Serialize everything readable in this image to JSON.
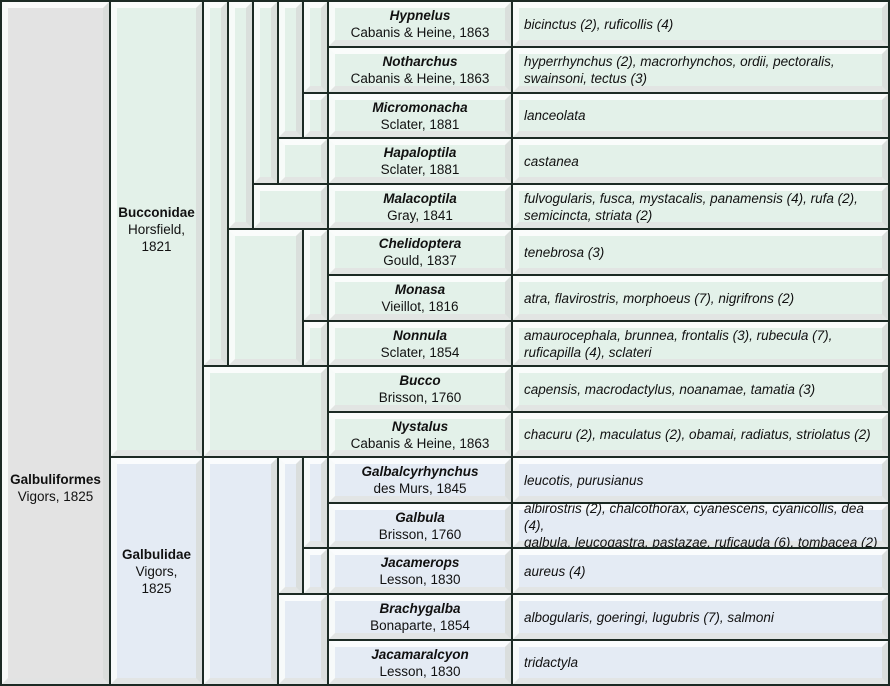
{
  "order": {
    "name": "Galbuliformes",
    "author": "Vigors, 1825"
  },
  "families": [
    {
      "name": "Bucconidae",
      "author_line1": "Horsfield,",
      "author_line2": "1821",
      "color": "#e3f1e9"
    },
    {
      "name": "Galbulidae",
      "author_line1": "Vigors,",
      "author_line2": "1825",
      "color": "#e4ebf4"
    }
  ],
  "genera": [
    {
      "name": "Hypnelus",
      "author": "Cabanis & Heine, 1863",
      "species": [
        "bicinctus (2), ruficollis (4)"
      ]
    },
    {
      "name": "Notharchus",
      "author": "Cabanis & Heine, 1863",
      "species": [
        "hyperrhynchus (2), macrorhynchos, ordii, pectoralis,",
        "swainsoni, tectus (3)"
      ]
    },
    {
      "name": "Micromonacha",
      "author": "Sclater, 1881",
      "species": [
        "lanceolata"
      ]
    },
    {
      "name": "Hapaloptila",
      "author": "Sclater, 1881",
      "species": [
        "castanea"
      ]
    },
    {
      "name": "Malacoptila",
      "author": "Gray, 1841",
      "species": [
        "fulvogularis, fusca, mystacalis, panamensis (4), rufa (2),",
        "semicincta, striata (2)"
      ]
    },
    {
      "name": "Chelidoptera",
      "author": "Gould, 1837",
      "species": [
        "tenebrosa (3)"
      ]
    },
    {
      "name": "Monasa",
      "author": "Vieillot, 1816",
      "species": [
        "atra, flavirostris, morphoeus (7), nigrifrons (2)"
      ]
    },
    {
      "name": "Nonnula",
      "author": "Sclater, 1854",
      "species": [
        "amaurocephala, brunnea, frontalis (3), rubecula (7),",
        "ruficapilla (4), sclateri"
      ]
    },
    {
      "name": "Bucco",
      "author": "Brisson, 1760",
      "species": [
        "capensis, macrodactylus, noanamae, tamatia (3)"
      ]
    },
    {
      "name": "Nystalus",
      "author": "Cabanis & Heine, 1863",
      "species": [
        "chacuru (2), maculatus (2), obamai, radiatus, striolatus (2)"
      ]
    },
    {
      "name": "Galbalcyrhynchus",
      "author": "des Murs, 1845",
      "species": [
        "leucotis, purusianus"
      ]
    },
    {
      "name": "Galbula",
      "author": "Brisson, 1760",
      "species": [
        "albirostris (2), chalcothorax, cyanescens, cyanicollis, dea (4),",
        "galbula, leucogastra, pastazae, ruficauda (6), tombacea (2)"
      ]
    },
    {
      "name": "Jacamerops",
      "author": "Lesson, 1830",
      "species": [
        "aureus (4)"
      ]
    },
    {
      "name": "Brachygalba",
      "author": "Bonaparte, 1854",
      "species": [
        "albogularis, goeringi, lugubris (7), salmoni"
      ]
    },
    {
      "name": "Jacamaralcyon",
      "author": "Lesson, 1830",
      "species": [
        "tridactyla"
      ]
    }
  ]
}
